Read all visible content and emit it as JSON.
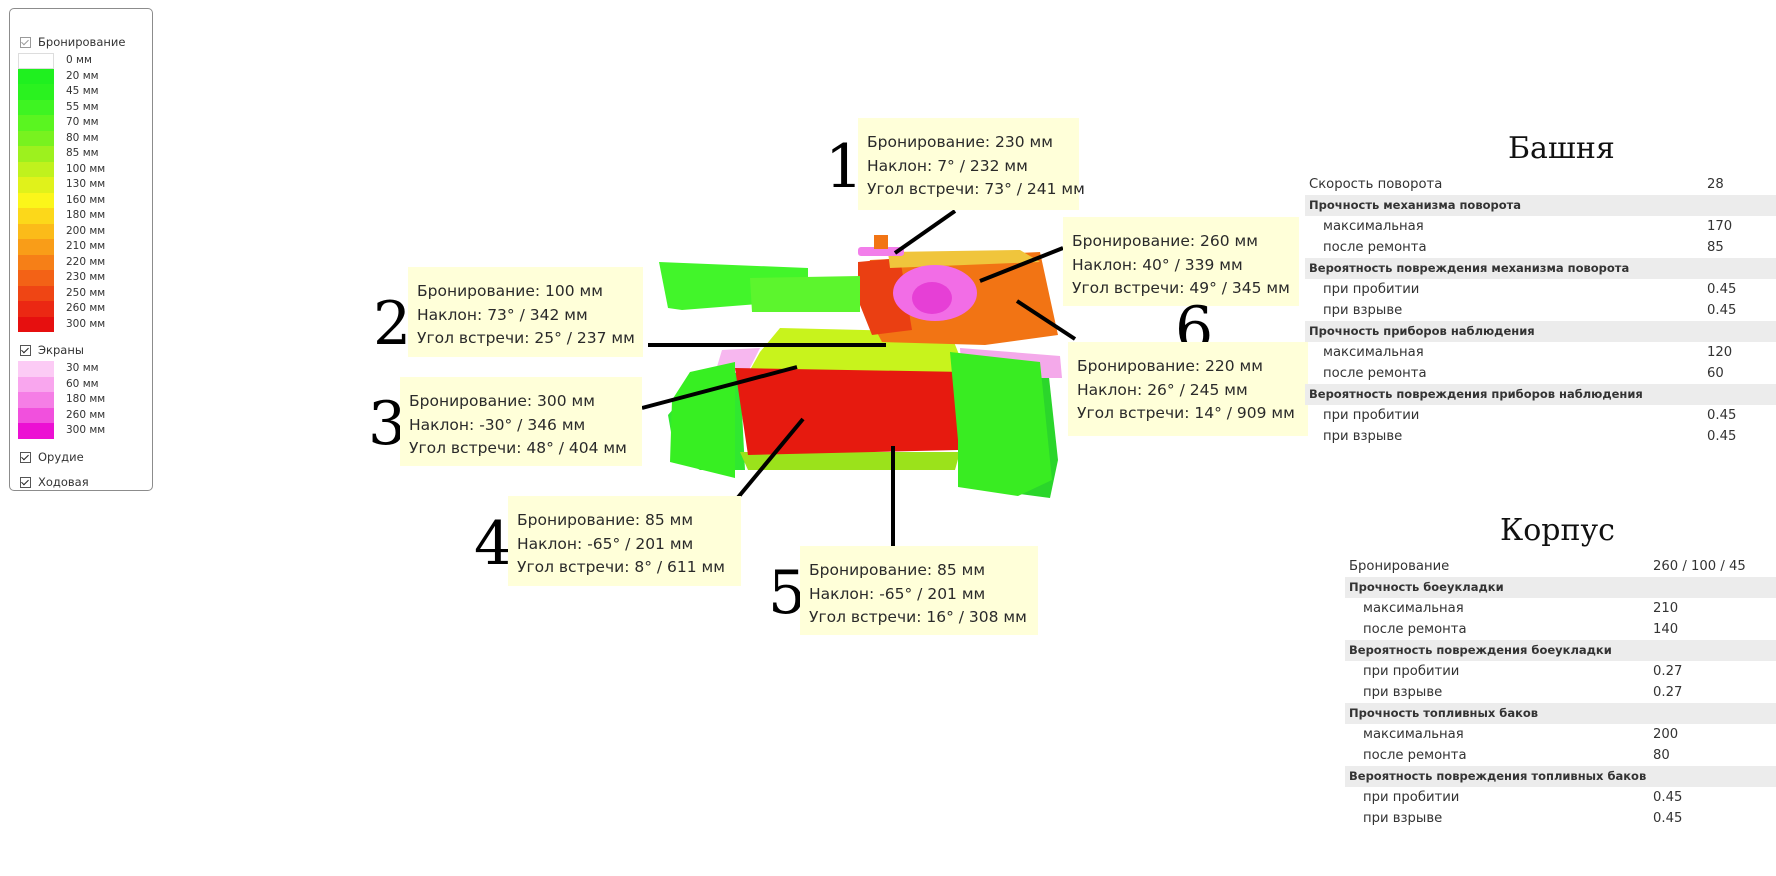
{
  "legend": {
    "armor": {
      "label": "Бронирование",
      "checked": true,
      "levels": [
        {
          "label": "0 мм",
          "color": "#ffffff"
        },
        {
          "label": "20 мм",
          "color": "#1ff01f"
        },
        {
          "label": "45 мм",
          "color": "#2af21f"
        },
        {
          "label": "55 мм",
          "color": "#3ef422"
        },
        {
          "label": "70 мм",
          "color": "#5af520"
        },
        {
          "label": "80 мм",
          "color": "#78f21f"
        },
        {
          "label": "85 мм",
          "color": "#9df11e"
        },
        {
          "label": "100 мм",
          "color": "#c0f21d"
        },
        {
          "label": "130 мм",
          "color": "#e0f21b"
        },
        {
          "label": "160 мм",
          "color": "#fbf61a"
        },
        {
          "label": "180 мм",
          "color": "#fcd81a"
        },
        {
          "label": "200 мм",
          "color": "#fbbb19"
        },
        {
          "label": "210 мм",
          "color": "#f99d18"
        },
        {
          "label": "220 мм",
          "color": "#f67f17"
        },
        {
          "label": "230 мм",
          "color": "#f36216"
        },
        {
          "label": "250 мм",
          "color": "#ef4514"
        },
        {
          "label": "260 мм",
          "color": "#eb2813"
        },
        {
          "label": "300 мм",
          "color": "#e60f0f"
        }
      ]
    },
    "screens": {
      "label": "Экраны",
      "checked": true,
      "levels": [
        {
          "label": "30 мм",
          "color": "#fccbf5"
        },
        {
          "label": "60 мм",
          "color": "#f9a6ee"
        },
        {
          "label": "180 мм",
          "color": "#f57ee6"
        },
        {
          "label": "260 мм",
          "color": "#f150dd"
        },
        {
          "label": "300 мм",
          "color": "#ec10d3"
        }
      ]
    },
    "gun": {
      "label": "Орудие",
      "checked": true
    },
    "tracks": {
      "label": "Ходовая",
      "checked": true
    }
  },
  "callouts": [
    {
      "number": "1",
      "armor": "Бронирование: 230 мм",
      "slope": "Наклон: 7° / 232 мм",
      "angle": "Угол встречи: 73° / 241 мм"
    },
    {
      "number": "2",
      "armor": "Бронирование: 100 мм",
      "slope": "Наклон: 73° / 342 мм",
      "angle": "Угол встречи: 25° / 237 мм"
    },
    {
      "number": "3",
      "armor": "Бронирование: 300 мм",
      "slope": "Наклон: -30° / 346 мм",
      "angle": "Угол встречи: 48° / 404 мм"
    },
    {
      "number": "4",
      "armor": "Бронирование: 85 мм",
      "slope": "Наклон: -65° / 201 мм",
      "angle": "Угол встречи: 8° / 611 мм"
    },
    {
      "number": "5",
      "armor": "Бронирование: 85 мм",
      "slope": "Наклон: -65° / 201 мм",
      "angle": "Угол встречи: 16° / 308 мм"
    },
    {
      "number": "6",
      "armor": "Бронирование: 260 мм",
      "slope": "Наклон: 40° / 339 мм",
      "angle": "Угол встречи: 49° / 345 мм"
    },
    {
      "number": "",
      "armor": "Бронирование: 220 мм",
      "slope": "Наклон: 26° / 245 мм",
      "angle": "Угол встречи: 14° / 909 мм"
    }
  ],
  "turret": {
    "title": "Башня",
    "rows": [
      {
        "type": "row",
        "label": "Скорость поворота",
        "value": "28"
      },
      {
        "type": "section",
        "label": "Прочность механизма поворота"
      },
      {
        "type": "sub",
        "label": "максимальная",
        "value": "170"
      },
      {
        "type": "sub",
        "label": "после ремонта",
        "value": "85"
      },
      {
        "type": "section",
        "label": "Вероятность повреждения механизма поворота"
      },
      {
        "type": "sub",
        "label": "при пробитии",
        "value": "0.45"
      },
      {
        "type": "sub",
        "label": "при взрыве",
        "value": "0.45"
      },
      {
        "type": "section",
        "label": "Прочность приборов наблюдения"
      },
      {
        "type": "sub",
        "label": "максимальная",
        "value": "120"
      },
      {
        "type": "sub",
        "label": "после ремонта",
        "value": "60"
      },
      {
        "type": "section",
        "label": "Вероятность повреждения приборов наблюдения"
      },
      {
        "type": "sub",
        "label": "при пробитии",
        "value": "0.45"
      },
      {
        "type": "sub",
        "label": "при взрыве",
        "value": "0.45"
      }
    ]
  },
  "hull": {
    "title": "Корпус",
    "rows": [
      {
        "type": "row",
        "label": "Бронирование",
        "value": "260 / 100 / 45"
      },
      {
        "type": "section",
        "label": "Прочность боеукладки"
      },
      {
        "type": "sub",
        "label": "максимальная",
        "value": "210"
      },
      {
        "type": "sub",
        "label": "после ремонта",
        "value": "140"
      },
      {
        "type": "section",
        "label": "Вероятность повреждения боеукладки"
      },
      {
        "type": "sub",
        "label": "при пробитии",
        "value": "0.27"
      },
      {
        "type": "sub",
        "label": "при взрыве",
        "value": "0.27"
      },
      {
        "type": "section",
        "label": "Прочность топливных баков"
      },
      {
        "type": "sub",
        "label": "максимальная",
        "value": "200"
      },
      {
        "type": "sub",
        "label": "после ремонта",
        "value": "80"
      },
      {
        "type": "section",
        "label": "Вероятность повреждения топливных баков"
      },
      {
        "type": "sub",
        "label": "при пробитии",
        "value": "0.45"
      },
      {
        "type": "sub",
        "label": "при взрыве",
        "value": "0.45"
      }
    ]
  }
}
